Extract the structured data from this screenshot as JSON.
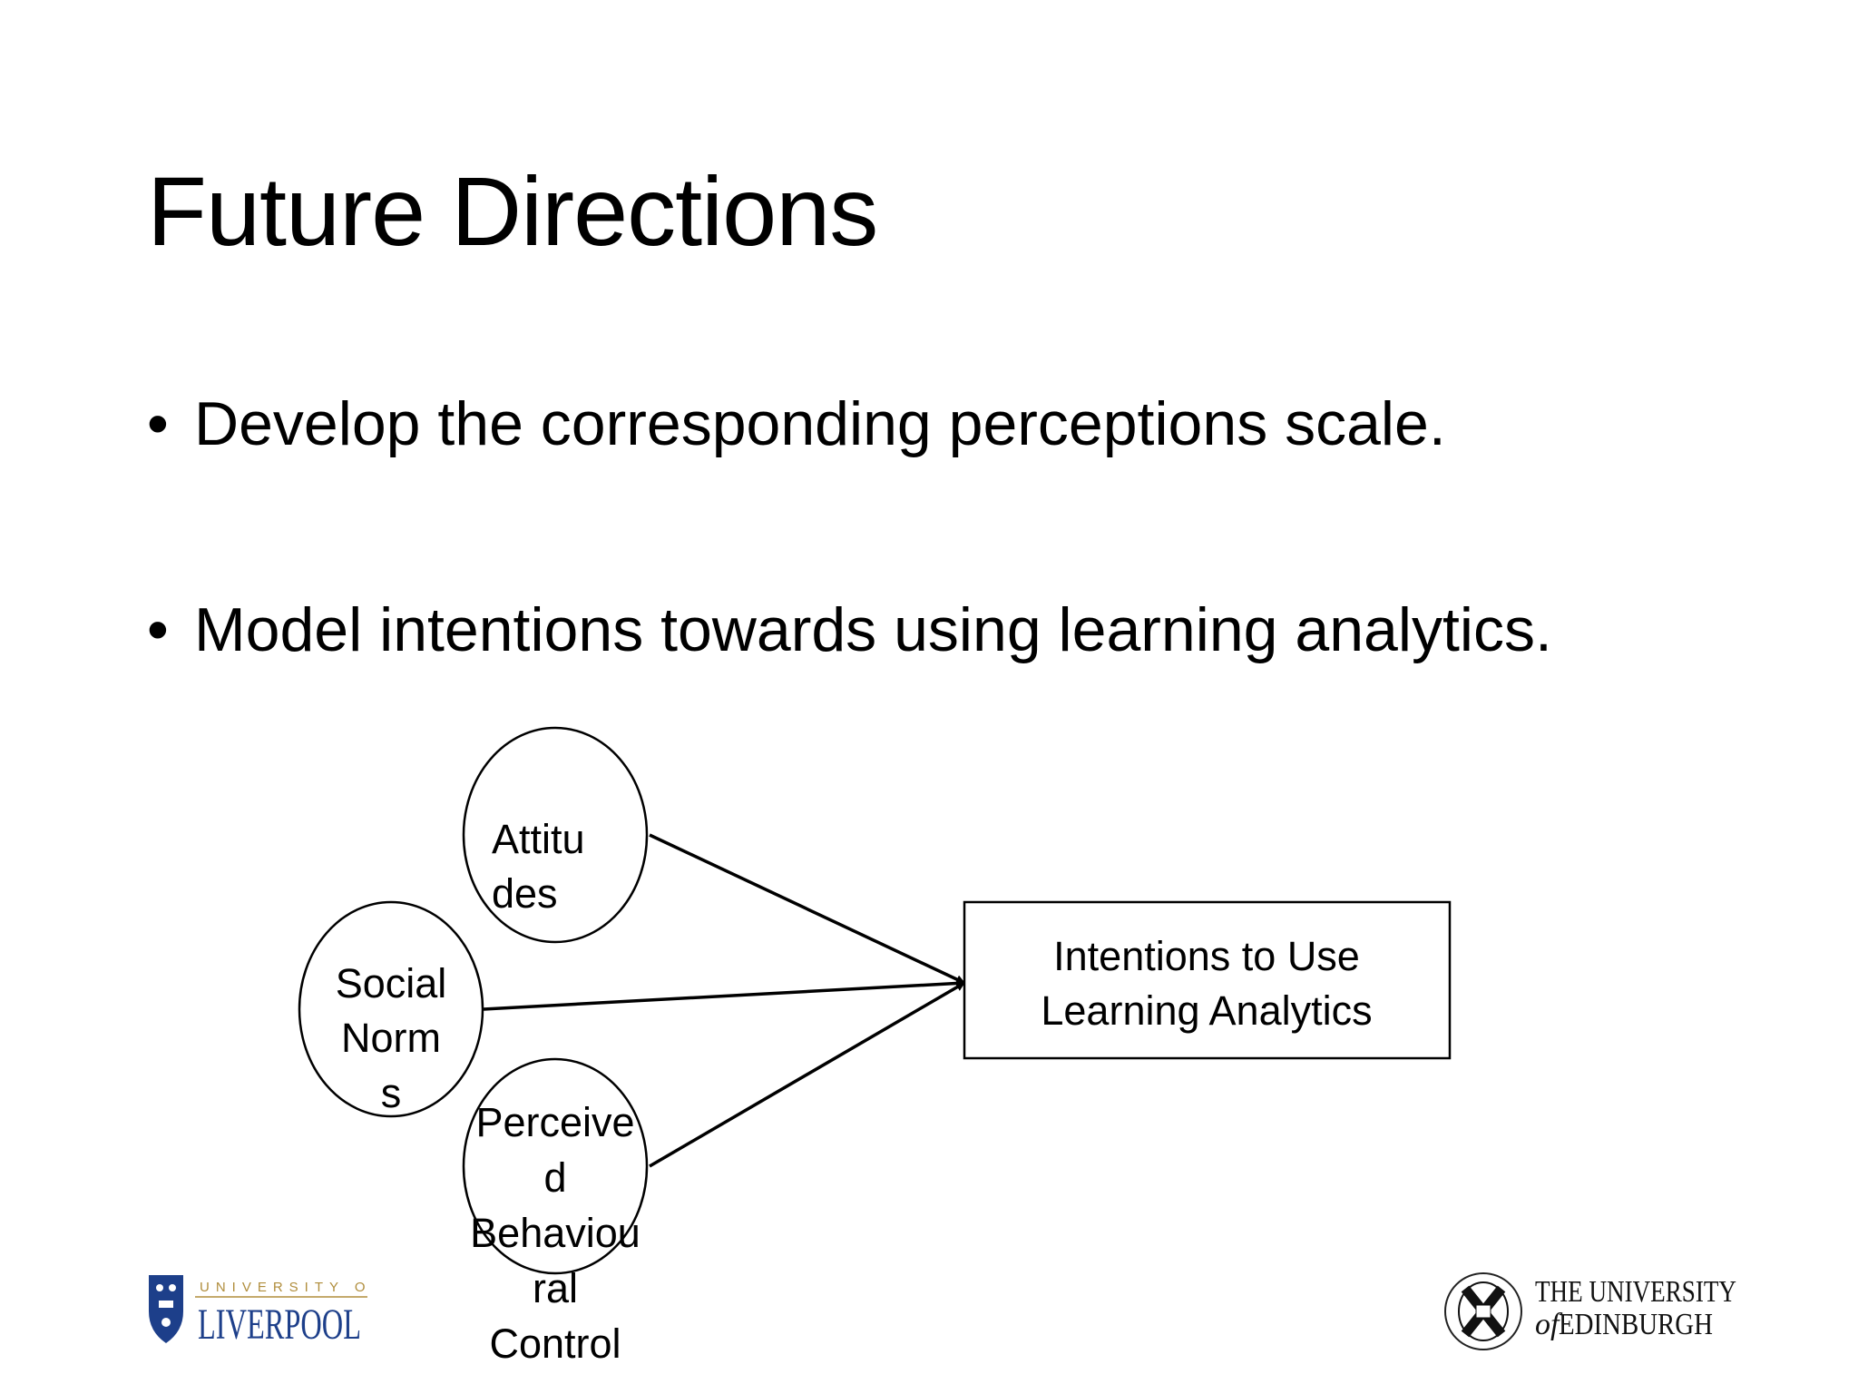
{
  "slide": {
    "title": "Future Directions",
    "bullets": [
      "Develop the corresponding perceptions scale.",
      "Model intentions towards using learning analytics."
    ]
  },
  "diagram": {
    "nodes": {
      "attitudes": [
        "Attitu",
        "des"
      ],
      "social_norms": [
        "Social",
        "Norm",
        "s"
      ],
      "pbc": [
        "Perceive",
        "d",
        "Behaviou",
        "ral",
        "Control"
      ],
      "intentions": [
        "Intentions to Use",
        "Learning Analytics"
      ]
    }
  },
  "logos": {
    "liverpool": {
      "top": "UNIVERSITY OF",
      "main": "LIVERPOOL",
      "colors": {
        "blue": "#1d3f8a",
        "gold": "#b08d3c"
      }
    },
    "edinburgh": {
      "line1": "THE UNIVERSITY",
      "line2_of": "of",
      "line2": "EDINBURGH"
    }
  }
}
